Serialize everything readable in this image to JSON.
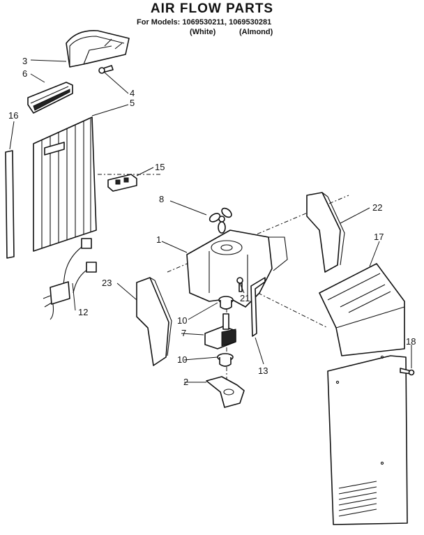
{
  "header": {
    "title": "AIR FLOW PARTS",
    "models_line": "For Models: 1069530211, 1069530281",
    "color_white": "(White)",
    "color_almond": "(Almond)"
  },
  "callouts": {
    "c1": "1",
    "c2": "2",
    "c3": "3",
    "c4": "4",
    "c5": "5",
    "c6": "6",
    "c7": "7",
    "c8": "8",
    "c10a": "10",
    "c10b": "10",
    "c12": "12",
    "c13": "13",
    "c15": "15",
    "c16": "16",
    "c17": "17",
    "c18": "18",
    "c21": "21",
    "c22": "22",
    "c23": "23"
  }
}
